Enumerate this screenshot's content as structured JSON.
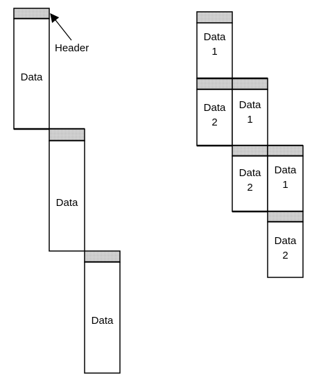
{
  "left_diagram": {
    "annotation": "Header",
    "blocks": [
      {
        "label": "Data"
      },
      {
        "label": "Data"
      },
      {
        "label": "Data"
      }
    ]
  },
  "right_diagram": {
    "blocks": [
      {
        "line1": "Data",
        "line2": "1"
      },
      {
        "line1": "Data",
        "line2": "2"
      },
      {
        "line1": "Data",
        "line2": "1"
      },
      {
        "line1": "Data",
        "line2": "2"
      },
      {
        "line1": "Data",
        "line2": "1"
      },
      {
        "line1": "Data",
        "line2": "2"
      }
    ]
  },
  "colors": {
    "header_fill": "#c8c8c8",
    "stroke": "#000000",
    "block_fill": "#ffffff"
  }
}
